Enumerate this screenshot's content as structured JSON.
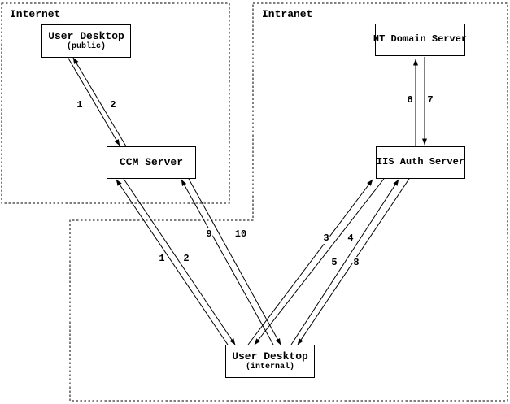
{
  "regions": {
    "internet": {
      "label": "Internet"
    },
    "intranet": {
      "label": "Intranet"
    }
  },
  "nodes": {
    "user_desktop_public": {
      "title": "User Desktop",
      "subtitle": "(public)"
    },
    "ccm_server": {
      "title": "CCM Server"
    },
    "nt_domain_server": {
      "title": "NT Domain Server"
    },
    "iis_auth_server": {
      "title": "IIS Auth Server"
    },
    "user_desktop_internal": {
      "title": "User Desktop",
      "subtitle": "(internal)"
    }
  },
  "edge_labels": [
    {
      "text": "1",
      "from": "user_desktop_public",
      "to": "ccm_server"
    },
    {
      "text": "2",
      "from": "ccm_server",
      "to": "user_desktop_public"
    },
    {
      "text": "1",
      "from": "user_desktop_internal",
      "to": "ccm_server"
    },
    {
      "text": "2",
      "from": "ccm_server",
      "to": "user_desktop_internal"
    },
    {
      "text": "9",
      "from": "user_desktop_internal",
      "to": "ccm_server"
    },
    {
      "text": "10",
      "from": "ccm_server",
      "to": "user_desktop_internal"
    },
    {
      "text": "3",
      "from": "user_desktop_internal",
      "to": "iis_auth_server"
    },
    {
      "text": "4",
      "from": "iis_auth_server",
      "to": "user_desktop_internal"
    },
    {
      "text": "5",
      "from": "user_desktop_internal",
      "to": "iis_auth_server"
    },
    {
      "text": "8",
      "from": "iis_auth_server",
      "to": "user_desktop_internal"
    },
    {
      "text": "6",
      "from": "iis_auth_server",
      "to": "nt_domain_server"
    },
    {
      "text": "7",
      "from": "nt_domain_server",
      "to": "iis_auth_server"
    }
  ],
  "colors": {
    "line": "#000000",
    "background": "#ffffff"
  }
}
